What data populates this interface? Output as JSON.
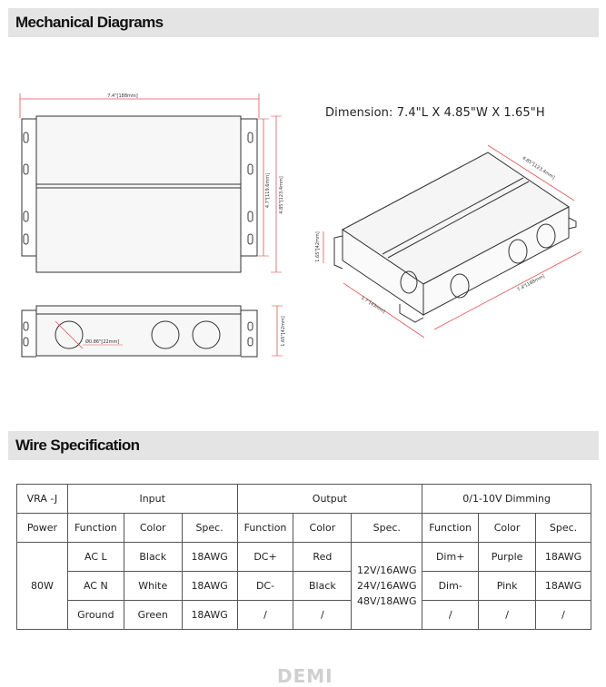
{
  "sections": {
    "mechanical_title": "Mechanical Diagrams",
    "wire_title": "Wire Specification"
  },
  "diagram": {
    "dimension_label": "Dimension: 7.4\"L X 4.85\"W X 1.65\"H",
    "top_width": "7.4\"[188mm]",
    "inner_height": "4.7\"[119.6mm]",
    "outer_height": "4.85\"[123.4mm]",
    "hole_dia": "Ø0.86\"[22mm]",
    "side_height": "1.65\"[42mm]",
    "iso_width": "4.85\"[123.4mm]",
    "iso_length": "7.4\"[188mm]",
    "iso_depth": "1.7\"[43mm]",
    "iso_height": "1.65\"[42mm]"
  },
  "table": {
    "model": "VRA -J",
    "input_header": "Input",
    "output_header": "Output",
    "dimming_header": "0/1-10V Dimming",
    "power_label": "Power",
    "col_function": "Function",
    "col_color": "Color",
    "col_spec": "Spec.",
    "power_value": "80W",
    "input_rows": [
      {
        "function": "AC L",
        "color": "Black",
        "spec": "18AWG"
      },
      {
        "function": "AC N",
        "color": "White",
        "spec": "18AWG"
      },
      {
        "function": "Ground",
        "color": "Green",
        "spec": "18AWG"
      }
    ],
    "output_rows": [
      {
        "function": "DC+",
        "color": "Red"
      },
      {
        "function": "DC-",
        "color": "Black"
      },
      {
        "function": "/",
        "color": "/"
      }
    ],
    "output_spec_lines": [
      "12V/16AWG",
      "24V/16AWG",
      "48V/18AWG"
    ],
    "dimming_rows": [
      {
        "function": "Dim+",
        "color": "Purple",
        "spec": "18AWG"
      },
      {
        "function": "Dim-",
        "color": "Pink",
        "spec": "18AWG"
      },
      {
        "function": "/",
        "color": "/",
        "spec": "/"
      }
    ]
  },
  "footer": {
    "brand": "DEMI"
  }
}
